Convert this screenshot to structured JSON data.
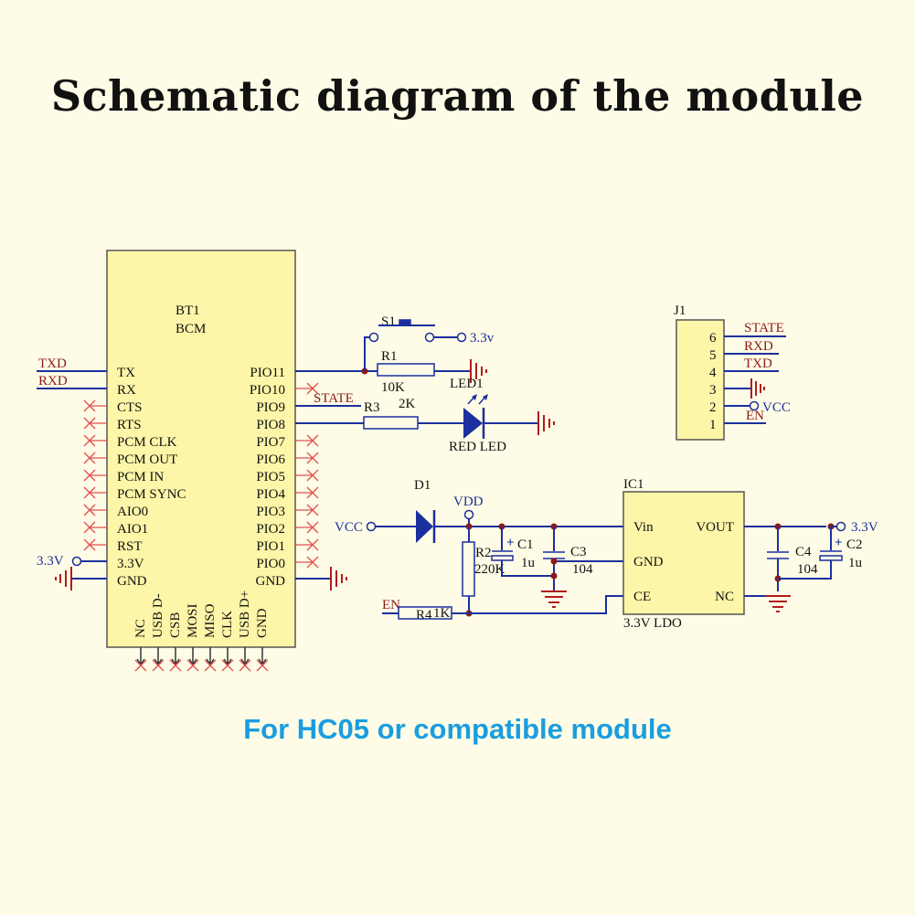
{
  "title": "Schematic diagram of the module",
  "subtitle": "For HC05 or compatible module",
  "colors": {
    "background": "#fefce6",
    "chip_fill": "#fdf6a8",
    "wire": "#1c2f9e",
    "net_red": "#b01c1c",
    "subtitle": "#1a9de0"
  },
  "bt1": {
    "ref": "BT1",
    "value": "BCM",
    "left_pins": [
      "TX",
      "RX",
      "CTS",
      "RTS",
      "PCM CLK",
      "PCM OUT",
      "PCM IN",
      "PCM SYNC",
      "AIO0",
      "AIO1",
      "RST",
      "3.3V",
      "GND"
    ],
    "right_pins": [
      "PIO11",
      "PIO10",
      "PIO9",
      "PIO8",
      "PIO7",
      "PIO6",
      "PIO5",
      "PIO4",
      "PIO3",
      "PIO2",
      "PIO1",
      "PIO0",
      "GND"
    ],
    "bottom_pins": [
      "NC",
      "USB D-",
      "CSB",
      "MOSI",
      "MISO",
      "CLK",
      "USB D+",
      "GND"
    ]
  },
  "nets": {
    "txd": "TXD",
    "rxd": "RXD",
    "state": "STATE",
    "vcc": "VCC",
    "en": "EN",
    "v33": "3.3V",
    "v33_lower": "3.3v",
    "vdd": "VDD"
  },
  "parts": {
    "s1": "S1",
    "r1_ref": "R1",
    "r1_val": "10K",
    "r2_ref": "R2",
    "r2_val": "220K",
    "r3_ref": "R3",
    "r3_val": "2K",
    "r4_ref": "R4",
    "r4_val": "1K",
    "led1_ref": "LED1",
    "led1_val": "RED LED",
    "d1": "D1",
    "c1_ref": "C1",
    "c1_val": "1u",
    "c2_ref": "C2",
    "c2_val": "1u",
    "c3_ref": "C3",
    "c3_val": "104",
    "c4_ref": "C4",
    "c4_val": "104",
    "plus": "+"
  },
  "j1": {
    "ref": "J1",
    "pins": [
      {
        "num": "6",
        "signal": "STATE"
      },
      {
        "num": "5",
        "signal": "RXD"
      },
      {
        "num": "4",
        "signal": "TXD"
      },
      {
        "num": "3",
        "signal": ""
      },
      {
        "num": "2",
        "signal": "VCC"
      },
      {
        "num": "1",
        "signal": "EN"
      }
    ]
  },
  "ic1": {
    "ref": "IC1",
    "pin_vin": "Vin",
    "pin_gnd": "GND",
    "pin_ce": "CE",
    "pin_vout": "VOUT",
    "pin_nc": "NC",
    "value": "3.3V LDO"
  }
}
